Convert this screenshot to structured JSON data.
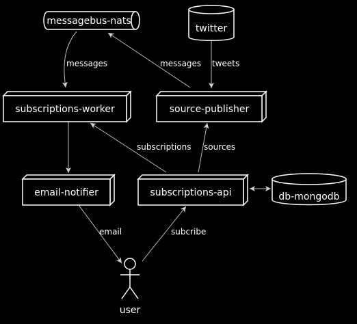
{
  "nodes": {
    "messagebus": "messagebus-nats",
    "twitter": "twitter",
    "subscriptions_worker": "subscriptions-worker",
    "source_publisher": "source-publisher",
    "email_notifier": "email-notifier",
    "subscriptions_api": "subscriptions-api",
    "db_mongodb": "db-mongodb",
    "user": "user"
  },
  "edges": {
    "messages_in": "messages",
    "messages_out": "messages",
    "tweets": "tweets",
    "subscriptions": "subscriptions",
    "sources": "sources",
    "email": "email",
    "subcribe": "subcribe"
  },
  "colors": {
    "background": "#000000",
    "stroke": "#ffffff",
    "edge": "#bdbdbd"
  }
}
